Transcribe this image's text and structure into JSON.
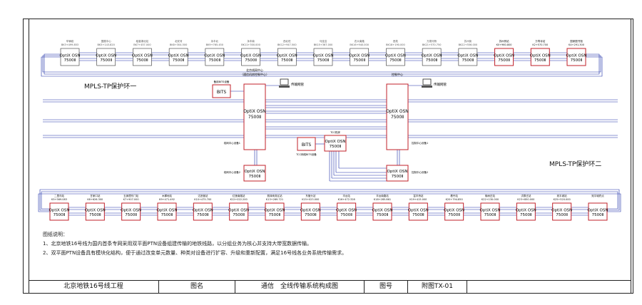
{
  "ring1": {
    "label": "MPLS-TP保护环一",
    "nodes": [
      {
        "station": "车辆段",
        "mileage": "BK3+499.853",
        "model": "OptiX OSN",
        "sub": "7500Ⅱ",
        "red": false
      },
      {
        "station": "国展中心",
        "mileage": "BK5+143.820",
        "model": "OptiX OSN",
        "sub": "7500Ⅱ",
        "red": false
      },
      {
        "station": "稻香湖北站",
        "mileage": "BK7+457.000",
        "model": "OptiX OSN",
        "sub": "7500Ⅱ",
        "red": false
      },
      {
        "station": "北安河",
        "mileage": "BK8+304.500",
        "model": "OptiX OSN",
        "sub": "7500Ⅱ",
        "red": false
      },
      {
        "station": "永丰北",
        "mileage": "BK9+765.450",
        "model": "OptiX OSN",
        "sub": "7500Ⅱ",
        "red": false
      },
      {
        "station": "永丰南",
        "mileage": "BK11+300.000",
        "model": "OptiX OSN",
        "sub": "7500Ⅱ",
        "red": false
      },
      {
        "station": "西北旺",
        "mileage": "BK12+947.500",
        "model": "OptiX OSN",
        "sub": "7500Ⅱ",
        "red": false
      },
      {
        "station": "马连洼",
        "mileage": "BK15+367.000",
        "model": "OptiX OSN",
        "sub": "7500Ⅱ",
        "red": false
      },
      {
        "station": "农大南路",
        "mileage": "BK16+940.000",
        "model": "OptiX OSN",
        "sub": "7500Ⅱ",
        "red": false
      },
      {
        "station": "西苑",
        "mileage": "BK18+190.000",
        "model": "OptiX OSN",
        "sub": "7500Ⅱ",
        "red": false
      },
      {
        "station": "万泉河桥",
        "mileage": "BK21+570.750",
        "model": "OptiX OSN",
        "sub": "7500Ⅱ",
        "red": false
      },
      {
        "station": "苏州街",
        "mileage": "BK22+556.000",
        "model": "OptiX OSN",
        "sub": "7500Ⅱ",
        "red": false
      },
      {
        "station": "苏州桥站",
        "mileage": "K0+960.800",
        "model": "OptiX OSN",
        "sub": "7500Ⅱ",
        "red": true
      },
      {
        "station": "万寿寺站",
        "mileage": "K2+570.700",
        "model": "OptiX OSN",
        "sub": "7500Ⅱ",
        "red": true
      },
      {
        "station": "国家图书馆",
        "mileage": "K4+291.300",
        "model": "OptiX OSN",
        "sub": "7500Ⅱ",
        "red": true
      }
    ]
  },
  "ring2": {
    "label": "MPLS-TP保护环二",
    "nodes": [
      {
        "station": "二里沟站",
        "mileage": "K5+569.083",
        "model": "OptiX OSN",
        "sub": "7500Ⅱ",
        "red": true
      },
      {
        "station": "甘家口站",
        "mileage": "K6+626.300",
        "model": "OptiX OSN",
        "sub": "7500Ⅱ",
        "red": true
      },
      {
        "station": "玉渊潭东门站",
        "mileage": "K7+907.000",
        "model": "OptiX OSN",
        "sub": "7500Ⅱ",
        "red": true
      },
      {
        "station": "木樨地站",
        "mileage": "K9+471.492",
        "model": "OptiX OSN",
        "sub": "7500Ⅱ",
        "red": true
      },
      {
        "station": "达官营站",
        "mileage": "K10+475.700",
        "model": "OptiX OSN",
        "sub": "7500Ⅱ",
        "red": true
      },
      {
        "station": "红莲南路站",
        "mileage": "K12+022.200",
        "model": "OptiX OSN",
        "sub": "7500Ⅱ",
        "red": true
      },
      {
        "station": "丽泽商务区站",
        "mileage": "K13+269.721",
        "model": "OptiX OSN",
        "sub": "7500Ⅱ",
        "red": true
      },
      {
        "station": "东管头站",
        "mileage": "K15+023.000",
        "model": "OptiX OSN",
        "sub": "7500Ⅱ",
        "red": true
      },
      {
        "station": "丰台站",
        "mileage": "K16+472.328",
        "model": "OptiX OSN",
        "sub": "7500Ⅱ",
        "red": true
      },
      {
        "station": "丰台南路站",
        "mileage": "K18+285.861",
        "model": "OptiX OSN",
        "sub": "7500Ⅱ",
        "red": true
      },
      {
        "station": "富丰桥站",
        "mileage": "K19+415.000",
        "model": "OptiX OSN",
        "sub": "7500Ⅱ",
        "red": true
      },
      {
        "station": "看丹站",
        "mileage": "K20+794.850",
        "model": "OptiX OSN",
        "sub": "7500Ⅱ",
        "red": true
      },
      {
        "station": "榆树庄站",
        "mileage": "K22+130.000",
        "model": "OptiX OSN",
        "sub": "7500Ⅱ",
        "red": true
      },
      {
        "station": "洪泰庄站",
        "mileage": "K23+850.000",
        "model": "OptiX OSN",
        "sub": "7500Ⅱ",
        "red": true
      },
      {
        "station": "宛平城站",
        "mileage": "K25+520.000",
        "model": "OptiX OSN",
        "sub": "7500Ⅱ",
        "red": true
      },
      {
        "station": "宛平城终点",
        "mileage": "",
        "model": "OptiX OSN",
        "sub": "7500Ⅱ",
        "red": true
      }
    ]
  },
  "center": {
    "left_main": {
      "title": "北京线网中心",
      "title2": "（通信机房控制中心）",
      "model": "OptiX OSN",
      "sub": "7500Ⅱ"
    },
    "right_main": {
      "title": "控制中心",
      "model": "OptiX OSN",
      "sub": "7500Ⅱ"
    },
    "left_small": {
      "label": "备用BITS设备",
      "model": "OptiX OSN",
      "sub": "7500Ⅱ",
      "caption": "线网中心设备2"
    },
    "right_small": {
      "model": "OptiX OSN",
      "sub": "7500Ⅱ",
      "caption": "控制中心设备2"
    },
    "mid_small": {
      "label": "TCC机房",
      "model": "OptiX OSN",
      "sub": "7500Ⅱ"
    },
    "bits_left": "BITS",
    "bits_mid": "BITS",
    "bits_mid_caption": "TCC网络BITS设备",
    "nms_left": "传输网管",
    "nms_right": "传输网管",
    "left_main_caption": "线网中心设备1",
    "right_main_caption": "控制中心设备1"
  },
  "notes": {
    "heading": "图纸说明：",
    "line1": "1、北京地铁16号线为国内首条专网采用双平面PTN设备组建传输的地铁线路，以分组业务为核心并支持大带宽数据传输。",
    "line2": "2、双平面PTN设备具有模块化结构，便于通过改变单元数量、种类对设备进行扩容、升级和重新配置，满足16号线各业务系统传输需求。"
  },
  "title_block": {
    "project": "北京地铁16号线工程",
    "name_label": "图名",
    "name_value": "通信　全线传输系统构成图",
    "no_label": "图号",
    "no_value": "附图TX-01"
  },
  "colors": {
    "link": "#1d2fa8",
    "red": "#c0202a",
    "box": "#333333"
  }
}
